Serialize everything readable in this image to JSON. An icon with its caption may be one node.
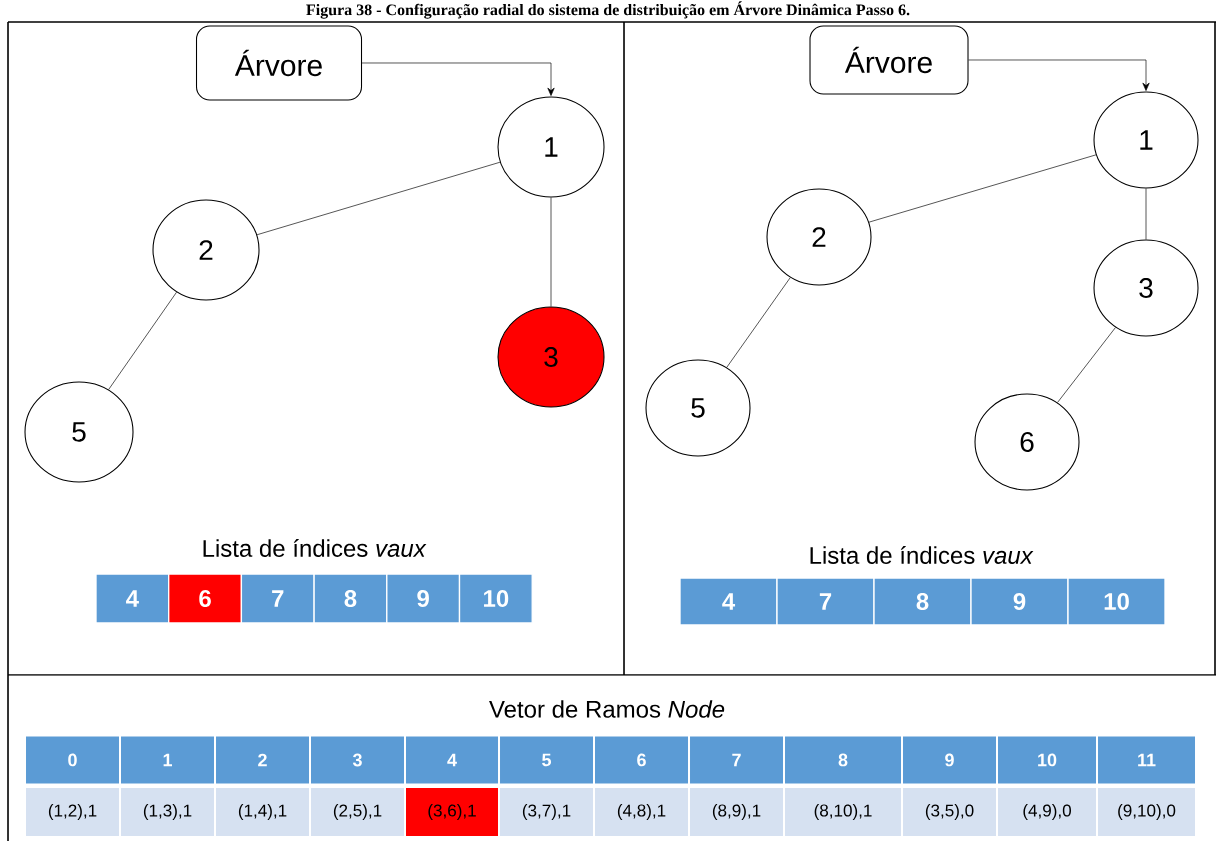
{
  "diagram": {
    "title": "Figura 38 - Configuração radial do sistema de distribuição em Árvore Dinâmica Passo 6.",
    "nodes": [
      {
        "text": [
          "Árvore"
        ]
      },
      {
        "text": [
          "1"
        ]
      },
      {
        "text": [
          "2"
        ]
      },
      {
        "text": [
          "3"
        ]
      },
      {
        "text": [
          "5"
        ]
      },
      {
        "text": [
          "Árvore"
        ]
      },
      {
        "text": [
          "1"
        ]
      },
      {
        "text": [
          "2"
        ]
      },
      {
        "text": [
          "3"
        ]
      },
      {
        "text": [
          "5"
        ]
      },
      {
        "text": [
          "6"
        ]
      },
      {
        "text": [
          "4"
        ]
      },
      {
        "text": [
          "6"
        ]
      },
      {
        "text": [
          "7"
        ]
      },
      {
        "text": [
          "8"
        ]
      },
      {
        "text": [
          "9"
        ]
      },
      {
        "text": [
          "10"
        ]
      },
      {
        "text": [
          "4"
        ]
      },
      {
        "text": [
          "7"
        ]
      },
      {
        "text": [
          "8"
        ]
      },
      {
        "text": [
          "9"
        ]
      },
      {
        "text": [
          "10"
        ]
      },
      {
        "text": [
          "0"
        ]
      },
      {
        "text": [
          "1"
        ]
      },
      {
        "text": [
          "2"
        ]
      },
      {
        "text": [
          "3"
        ]
      },
      {
        "text": [
          "4"
        ]
      },
      {
        "text": [
          "5"
        ]
      },
      {
        "text": [
          "6"
        ]
      },
      {
        "text": [
          "7"
        ]
      },
      {
        "text": [
          "8"
        ]
      },
      {
        "text": [
          "9"
        ]
      },
      {
        "text": [
          "10"
        ]
      },
      {
        "text": [
          "11"
        ]
      },
      {
        "text": [
          "(1,2),1"
        ]
      },
      {
        "text": [
          "(1,3),1"
        ]
      },
      {
        "text": [
          "(1,4),1"
        ]
      },
      {
        "text": [
          "(2,5),1"
        ]
      },
      {
        "text": [
          "(3,6),1"
        ]
      },
      {
        "text": [
          "(3,7),1"
        ]
      },
      {
        "text": [
          "(4,8),1"
        ]
      },
      {
        "text": [
          "(8,9),1"
        ]
      },
      {
        "text": [
          "(8,10),1"
        ]
      },
      {
        "text": [
          "(3,5),0"
        ]
      },
      {
        "text": [
          "(4,9),0"
        ]
      },
      {
        "text": [
          "(9,10),0"
        ]
      }
    ],
    "edges": [
      {
        "from": 0,
        "to": 1,
        "arrow": "to"
      },
      {
        "from": 1,
        "to": 2,
        "arrow": "none"
      },
      {
        "from": 2,
        "to": 4,
        "arrow": "none"
      },
      {
        "from": 1,
        "to": 3,
        "arrow": "none"
      },
      {
        "from": 5,
        "to": 6,
        "arrow": "to"
      },
      {
        "from": 6,
        "to": 7,
        "arrow": "none"
      },
      {
        "from": 6,
        "to": 8,
        "arrow": "none"
      },
      {
        "from": 7,
        "to": 9,
        "arrow": "none"
      },
      {
        "from": 8,
        "to": 10,
        "arrow": "none"
      }
    ],
    "labels": [
      "Lista de índices *vaux*",
      "Lista de índices *vaux*",
      "Vetor de Ramos *Node*"
    ]
  }
}
